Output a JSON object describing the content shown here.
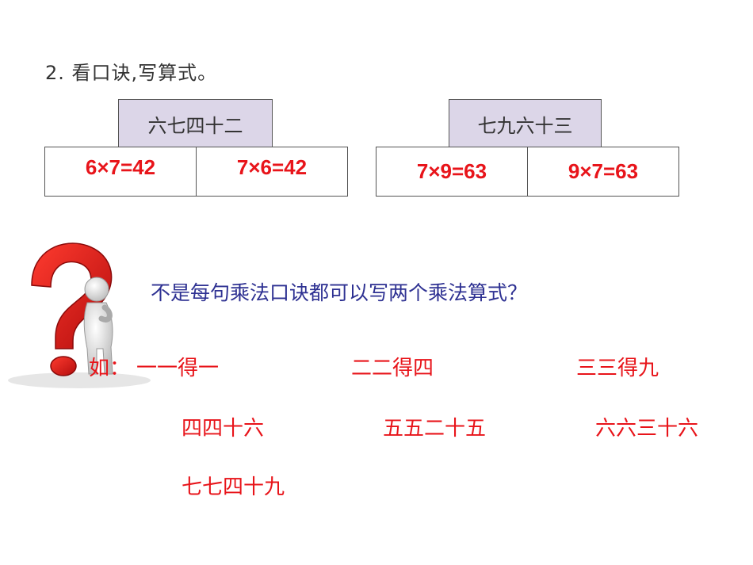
{
  "heading": "2. 看口诀,写算式。",
  "puzzles": [
    {
      "rhyme": "六七四十二",
      "equations": [
        "6×7=42",
        "7×6=42"
      ]
    },
    {
      "rhyme": "七九六十三",
      "equations": [
        "7×9=63",
        "9×7=63"
      ]
    }
  ],
  "question": "不是每句乘法口诀都可以写两个乘法算式？",
  "examples": {
    "prefix": "如：",
    "items": [
      "一一得一",
      "二二得四",
      "三三得九",
      "四四十六",
      "五五二十五",
      "六六三十六",
      "七七四十九"
    ]
  },
  "colors": {
    "accent_red": "#e8141a",
    "question_blue": "#2e3192",
    "rhyme_bg": "#dcd6e8"
  }
}
